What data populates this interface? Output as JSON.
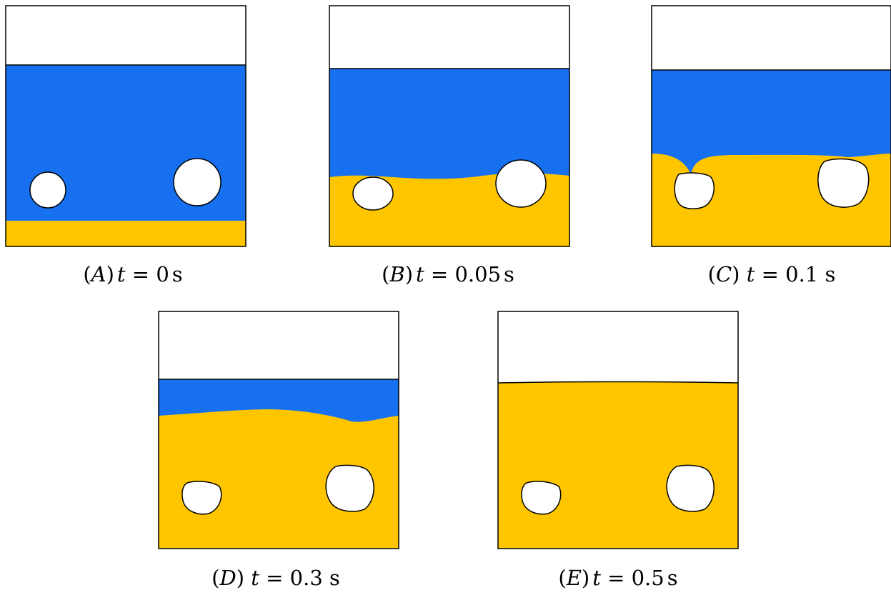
{
  "colors": {
    "fluid_top": "#1670ef",
    "fluid_bottom": "#ffc600",
    "void": "#ffffff",
    "outline": "#000000"
  },
  "panels": [
    {
      "id": "A",
      "label": "A",
      "var": "t",
      "eq": "=",
      "value": "0",
      "unit": "s"
    },
    {
      "id": "B",
      "label": "B",
      "var": "t",
      "eq": "=",
      "value": "0.05",
      "unit": "s"
    },
    {
      "id": "C",
      "label": "C",
      "var": "t",
      "eq": "=",
      "value": "0.1",
      "unit": "s"
    },
    {
      "id": "D",
      "label": "D",
      "var": "t",
      "eq": "=",
      "value": "0.3",
      "unit": "s"
    },
    {
      "id": "E",
      "label": "E",
      "var": "t",
      "eq": "=",
      "value": "0.5",
      "unit": "s"
    }
  ]
}
